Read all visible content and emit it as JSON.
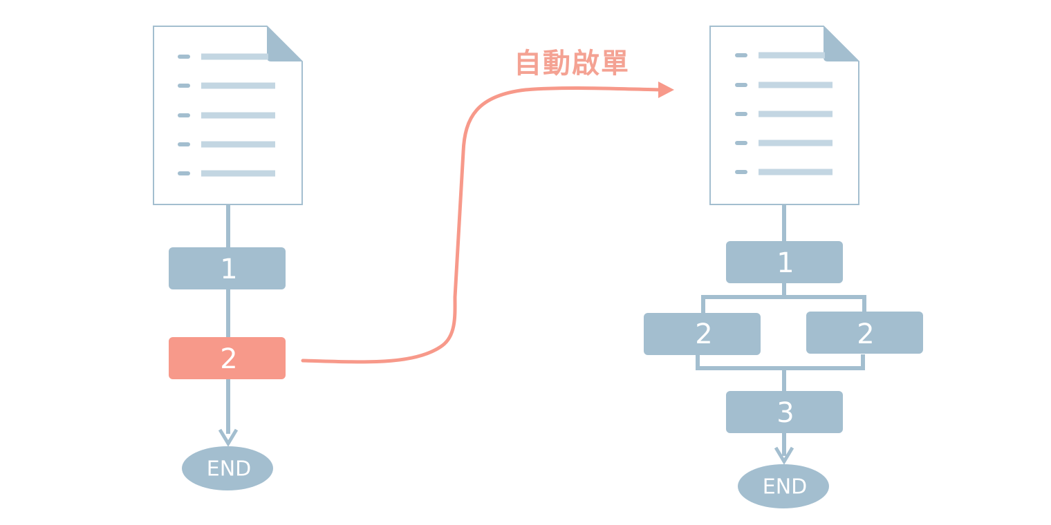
{
  "colors": {
    "node": "#a3becf",
    "highlight": "#f7998a",
    "arrow": "#f7998a",
    "doc_line": "#c3d6e2",
    "doc_border": "#a3becf"
  },
  "arrow_label": "自動啟單",
  "left_flow": {
    "step1": "1",
    "step2": "2",
    "end": "END"
  },
  "right_flow": {
    "step1": "1",
    "step2a": "2",
    "step2b": "2",
    "step3": "3",
    "end": "END"
  }
}
